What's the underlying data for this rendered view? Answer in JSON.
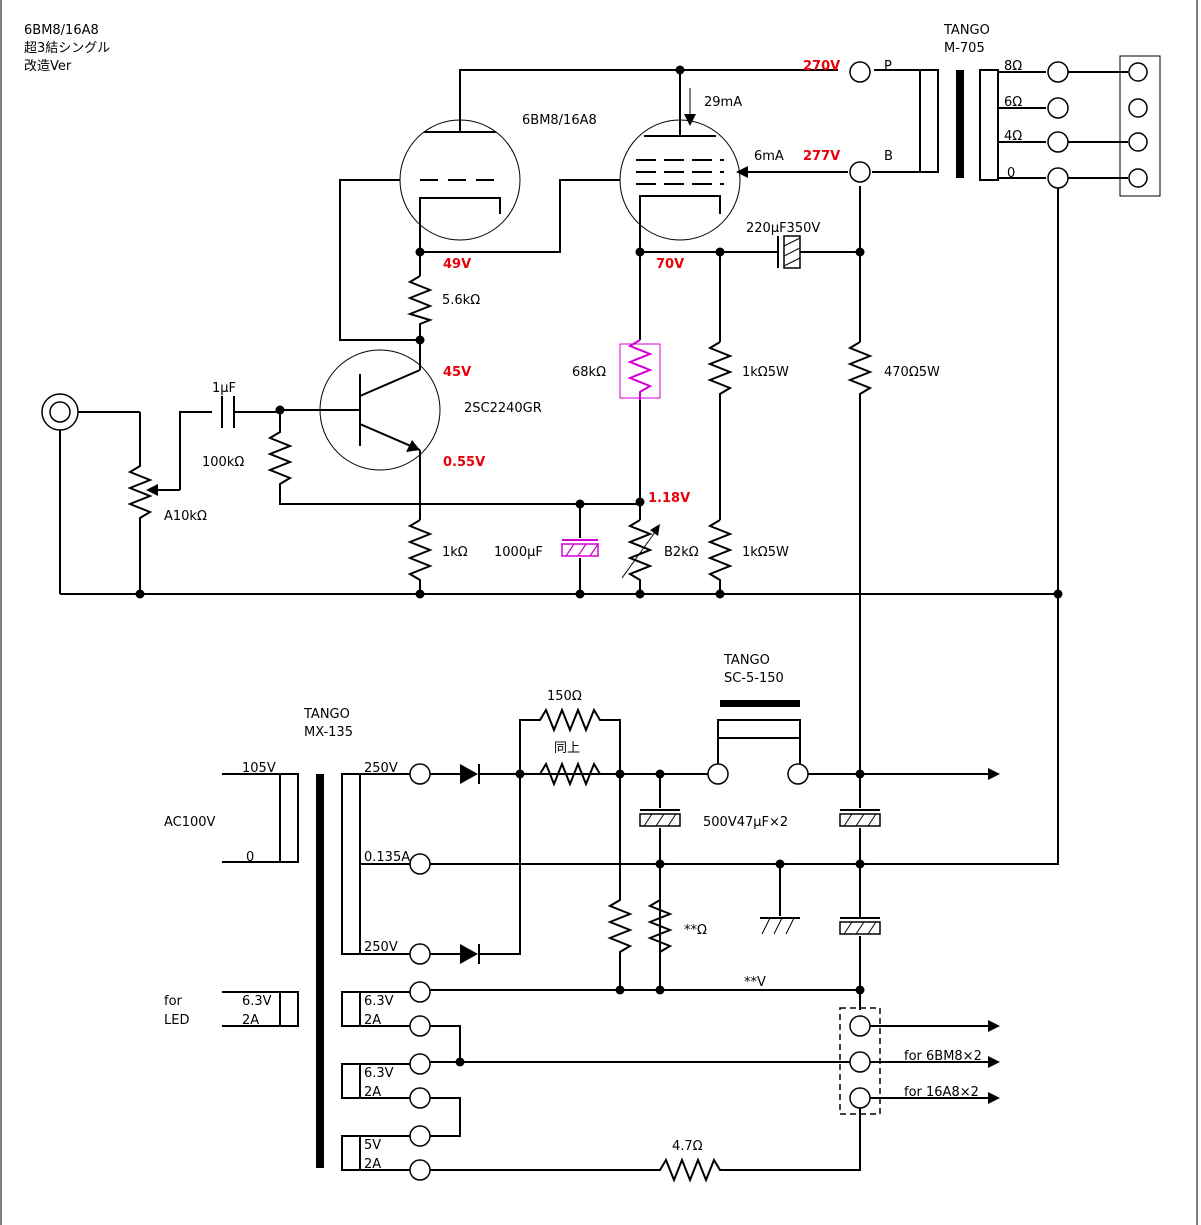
{
  "title": {
    "line1": "6BM8/16A8",
    "line2": "超3結シングル",
    "line3": "改造Ver"
  },
  "tube_label": "6BM8/16A8",
  "output_transformer": {
    "brand": "TANGO",
    "model": "M-705",
    "primary_p": "P",
    "primary_b": "B",
    "taps": [
      "8Ω",
      "6Ω",
      "4Ω",
      "0"
    ]
  },
  "power_transformer": {
    "brand": "TANGO",
    "model": "MX-135",
    "primary": {
      "label": "AC100V",
      "tap_high": "105V",
      "tap_low": "0"
    },
    "secondaries": [
      "250V",
      "0.135A",
      "250V",
      "6.3V",
      "2A",
      "6.3V",
      "2A",
      "5V",
      "2A"
    ],
    "led_winding": {
      "label_line1": "for",
      "label_line2": "LED",
      "voltage": "6.3V",
      "current": "2A"
    }
  },
  "choke": {
    "brand": "TANGO",
    "model": "SC-5-150"
  },
  "voltages": {
    "plate": "270V",
    "screen": "277V",
    "grid_node": "49V",
    "cathode_node": "70V",
    "collector": "45V",
    "emitter": "0.55V",
    "bias_node": "1.18V"
  },
  "currents": {
    "plate": "29mA",
    "screen": "6mA"
  },
  "components": {
    "r_plate_load": "5.6kΩ",
    "transistor": "2SC2240GR",
    "c_input": "1μF",
    "r_input": "100kΩ",
    "volume": "A10kΩ",
    "r_emitter": "1kΩ",
    "c_bypass": "1000μF",
    "r_68k": "68kΩ",
    "r_1k5w_top": "1kΩ5W",
    "r_1k5w_bottom": "1kΩ5W",
    "r_470": "470Ω5W",
    "vr_b2k": "B2kΩ",
    "c_coupling": "220μF350V",
    "r_150": "150Ω",
    "r_same": "同上",
    "c_filter": "500V47μF×2",
    "r_bleeder": "**Ω",
    "v_bleeder": "**V",
    "r_heater": "4.7Ω"
  },
  "heater_outputs": {
    "out1": "for 6BM8×2",
    "out2": "for 16A8×2"
  }
}
